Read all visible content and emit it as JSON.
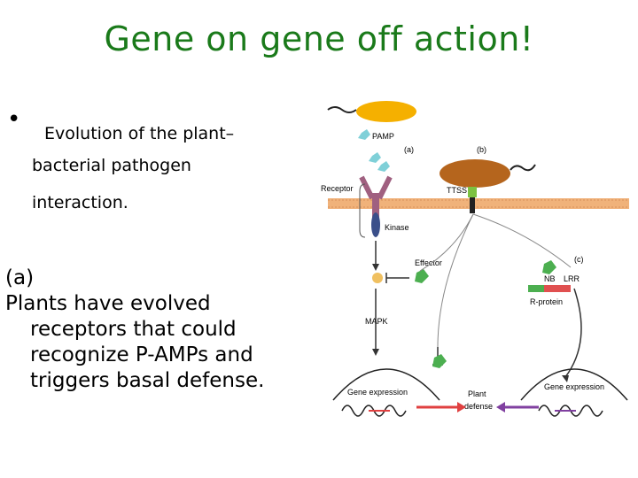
{
  "slide": {
    "title": "Gene on gene off action!",
    "bullet_line1": "Evolution of the plant–",
    "bullet_line2": "bacterial pathogen",
    "bullet_line3": "interaction.",
    "para_label": "(a)",
    "para_line1": "Plants have evolved",
    "para_line2": "receptors that could",
    "para_line3": "recognize P-AMPs and",
    "para_line4": "triggers basal defense."
  },
  "diagram": {
    "labels": {
      "pamp": "PAMP",
      "panel_a": "(a)",
      "panel_b": "(b)",
      "panel_c": "(c)",
      "receptor": "Receptor",
      "ttss": "TTSS",
      "kinase": "Kinase",
      "effector": "Effector",
      "nb": "NB",
      "lrr": "LRR",
      "r_protein": "R-protein",
      "mapk": "MAPK",
      "gene_expression_left": "Gene expression",
      "plant_defense_1": "Plant",
      "plant_defense_2": "defense",
      "gene_expression_right": "Gene expression"
    },
    "colors": {
      "membrane": "#f0b27a",
      "bacterium": "#b5651d",
      "receptor": "#a06080",
      "kinase": "#3a4f8a",
      "ttss_green": "#7cc242",
      "effector": "#4caf50",
      "pamp": "#7fd0d8",
      "nb": "#4caf50",
      "lrr": "#e05050",
      "mapk": "#f0c060",
      "arrow_red": "#e04040",
      "arrow_purple": "#8040a0"
    }
  }
}
